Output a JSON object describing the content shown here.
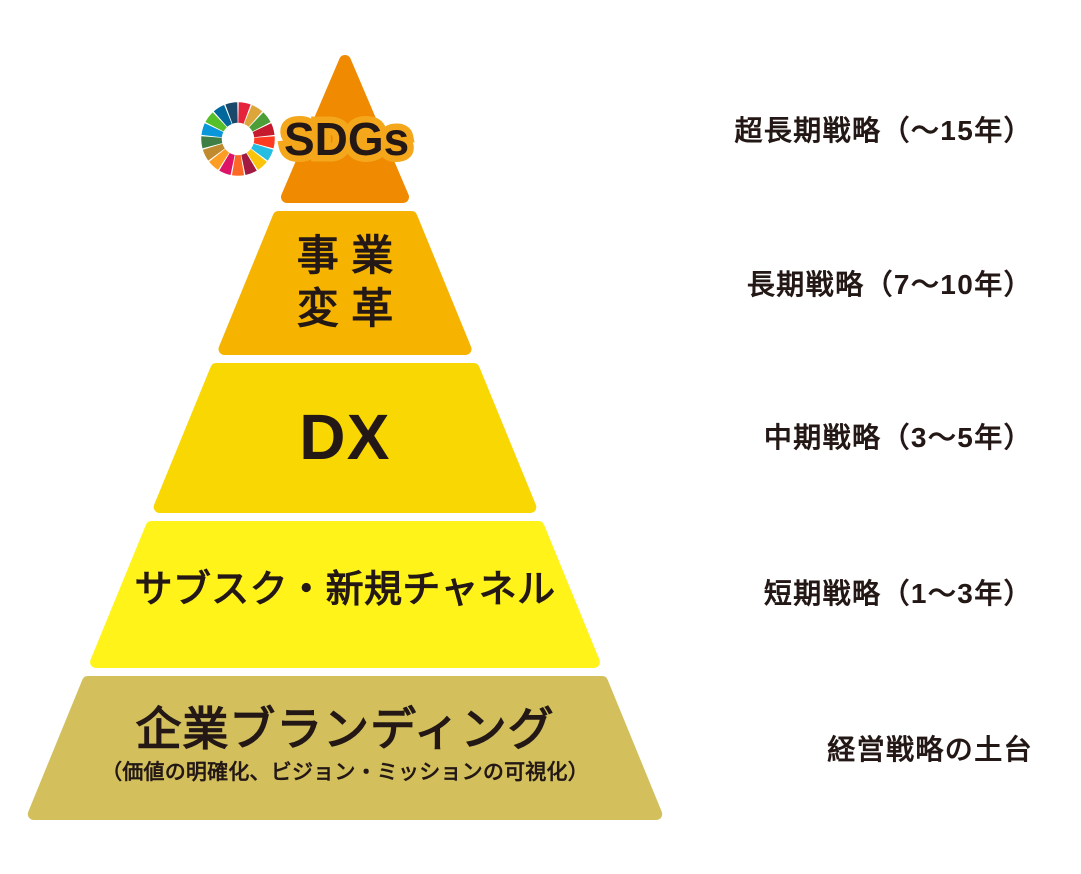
{
  "diagram": {
    "title": "strategy-pyramid",
    "text_color": "#231815",
    "sdgs_halo_color": "#F5A71C",
    "tiers": [
      {
        "label": "SDGs",
        "period_label": "超長期戦略（～15年）",
        "color": "#F08A00"
      },
      {
        "label": "事業変革",
        "label_line1": "事業",
        "label_line2": "変革",
        "period_label": "長期戦略（7～10年）",
        "color": "#F6B400"
      },
      {
        "label": "DX",
        "period_label": "中期戦略（3～5年）",
        "color": "#F8D703"
      },
      {
        "label": "サブスク・新規チャネル",
        "period_label": "短期戦略（1～3年）",
        "color": "#FFF31A"
      },
      {
        "label": "企業ブランディング",
        "sublabel": "（価値の明確化、ビジョン・ミッションの可視化）",
        "period_label": "経営戦略の土台",
        "color": "#D3C05C"
      }
    ],
    "sdg_wheel_colors": [
      "#E5243B",
      "#DDA63A",
      "#4C9F38",
      "#C5192D",
      "#FF3A21",
      "#26BDE2",
      "#FCC30B",
      "#A21942",
      "#FD6925",
      "#DD1367",
      "#FD9D24",
      "#BF8B2E",
      "#3F7E44",
      "#0A97D9",
      "#56C02B",
      "#00689D",
      "#19486A"
    ]
  }
}
